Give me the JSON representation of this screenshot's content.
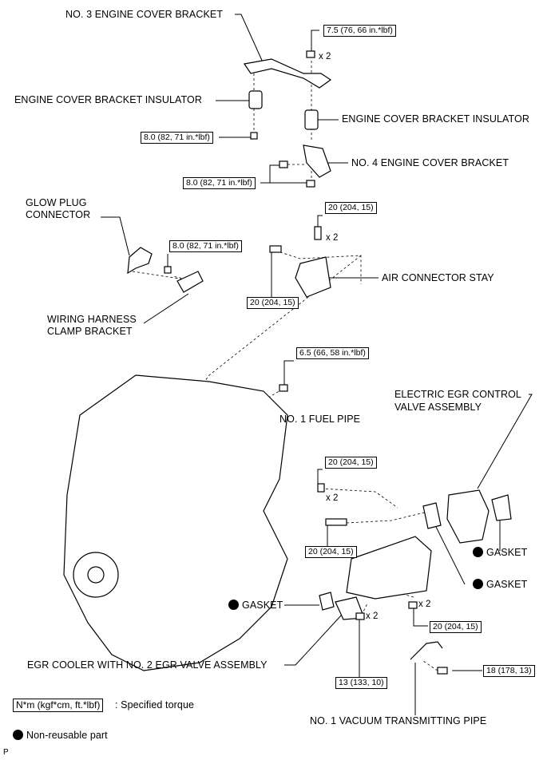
{
  "labels": {
    "no3_bracket": "NO. 3 ENGINE COVER BRACKET",
    "insulator_left": "ENGINE COVER BRACKET INSULATOR",
    "insulator_right": "ENGINE COVER BRACKET INSULATOR",
    "no4_bracket": "NO. 4 ENGINE COVER BRACKET",
    "glow_plug_1": "GLOW PLUG",
    "glow_plug_2": "CONNECTOR",
    "air_connector_stay": "AIR CONNECTOR STAY",
    "wiring_1": "WIRING HARNESS",
    "wiring_2": "CLAMP BRACKET",
    "fuel_pipe": "NO. 1 FUEL PIPE",
    "egr_valve_1": "ELECTRIC EGR CONTROL",
    "egr_valve_2": "VALVE ASSEMBLY",
    "gasket_1": "GASKET",
    "gasket_2": "GASKET",
    "gasket_3": "GASKET",
    "egr_cooler": "EGR COOLER WITH NO. 2 EGR VALVE ASSEMBLY",
    "vacuum_pipe": "NO. 1 VACUUM TRANSMITTING PIPE"
  },
  "torques": {
    "t_7_5": "7.5 (76, 66 in.*lbf)",
    "t_8_0_a": "8.0 (82, 71 in.*lbf)",
    "t_8_0_b": "8.0 (82, 71 in.*lbf)",
    "t_8_0_c": "8.0 (82, 71 in.*lbf)",
    "t_20_a": "20 (204, 15)",
    "t_20_b": "20 (204, 15)",
    "t_6_5": "6.5 (66, 58 in.*lbf)",
    "t_20_c": "20 (204, 15)",
    "t_20_d": "20 (204, 15)",
    "t_20_e": "20 (204, 15)",
    "t_13": "13 (133, 10)",
    "t_18": "18 (178, 13)"
  },
  "quantities": {
    "q1": "x 2",
    "q2": "x 2",
    "q3": "x 2",
    "q4": "x 2",
    "q5": "x 2"
  },
  "legend": {
    "torque_unit": "N*m (kgf*cm, ft.*lbf)",
    "torque_text": ": Specified torque",
    "nonreusable_text": "Non-reusable part"
  },
  "figure_code": "P"
}
